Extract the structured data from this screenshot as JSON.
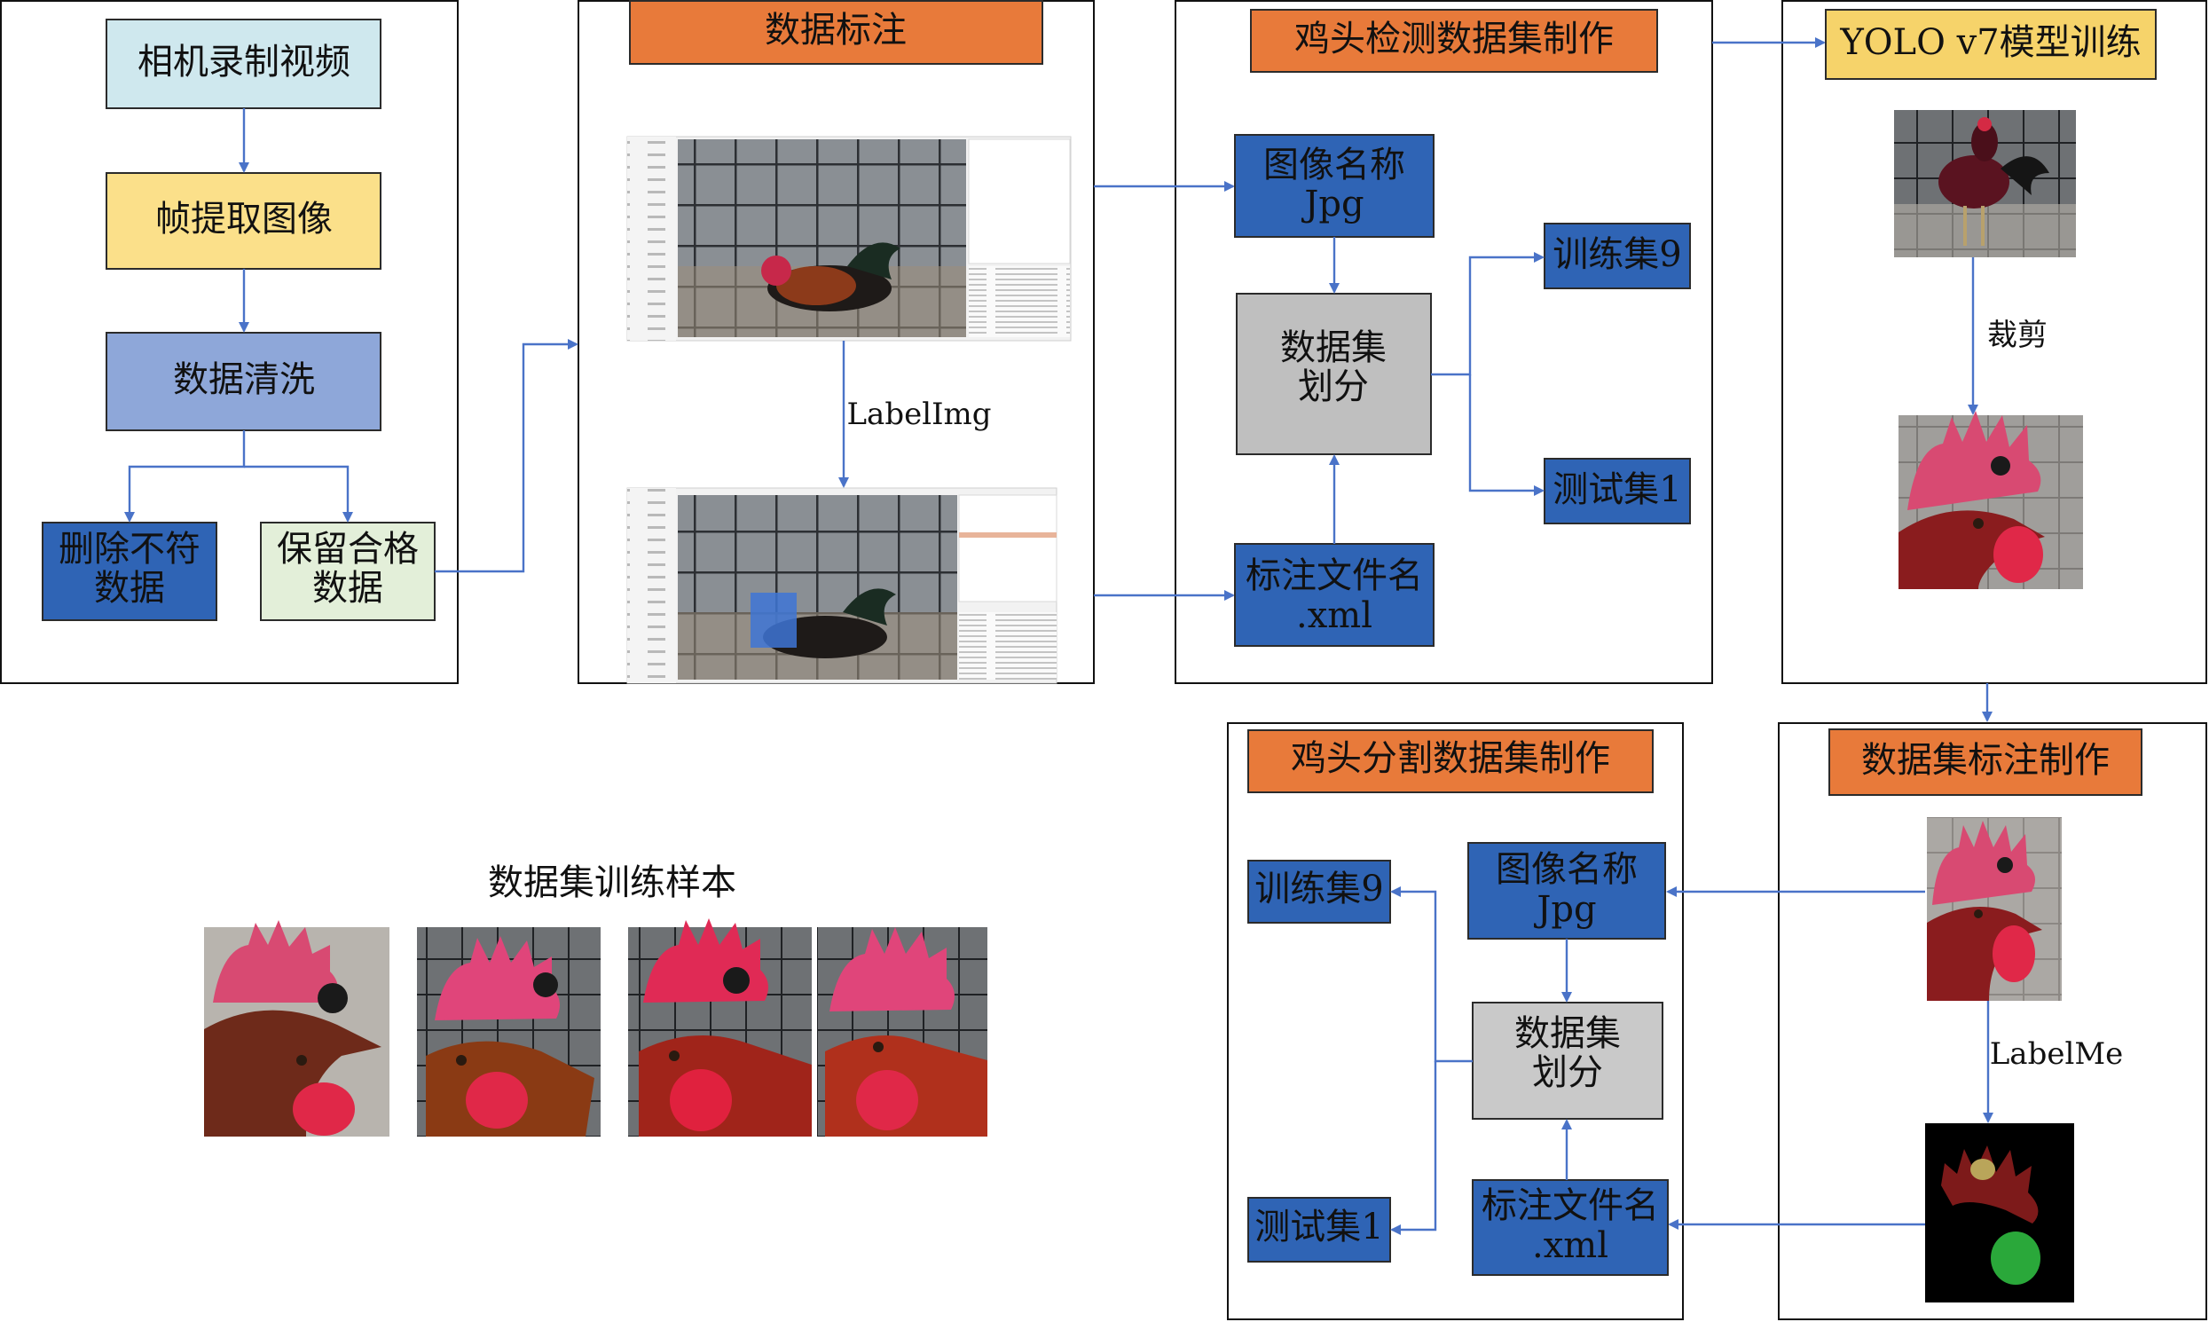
{
  "colors": {
    "edge": "#4a73c8",
    "light_blue": "#cfe8ee",
    "light_yellow": "#fbe08a",
    "periwinkle": "#8ea7d9",
    "dark_blue": "#2f64b5",
    "pale_green": "#e3efd9",
    "orange": "#e87a3a",
    "gold": "#f6d36a",
    "gray": "#bfbfbf",
    "light_gray": "#c9c9c9"
  },
  "nodes": {
    "record_video": "相机录制视频",
    "extract_frames": "帧提取图像",
    "data_cleaning": "数据清洗",
    "delete_bad_1": "删除不符",
    "delete_bad_2": "数据",
    "keep_good_1": "保留合格",
    "keep_good_2": "数据",
    "annotation_title": "数据标注",
    "detect_dataset_title": "鸡头检测数据集制作",
    "image_name_1": "图像名称",
    "image_name_2": "Jpg",
    "split_1": "数据集",
    "split_2": "划分",
    "train_set": "训练集9",
    "test_set": "测试集1",
    "anno_file_1": "标注文件名",
    "anno_file_2": ".xml",
    "yolo_title": "YOLO v7模型训练",
    "crop": "裁剪",
    "seg_dataset_title": "鸡头分割数据集制作",
    "seg_image_name_1": "图像名称",
    "seg_image_name_2": "Jpg",
    "seg_split_1": "数据集",
    "seg_split_2": "划分",
    "seg_train_set": "训练集9",
    "seg_test_set": "测试集1",
    "seg_anno_file_1": "标注文件名",
    "seg_anno_file_2": ".xml",
    "dataset_label_title": "数据集标注制作",
    "samples_title": "数据集训练样本"
  },
  "edge_labels": {
    "labelimg": "LabelImg",
    "labelme": "LabelMe"
  },
  "icons": [
    "rooster-photo",
    "labelimg-screenshot",
    "segmentation-mask-image"
  ]
}
